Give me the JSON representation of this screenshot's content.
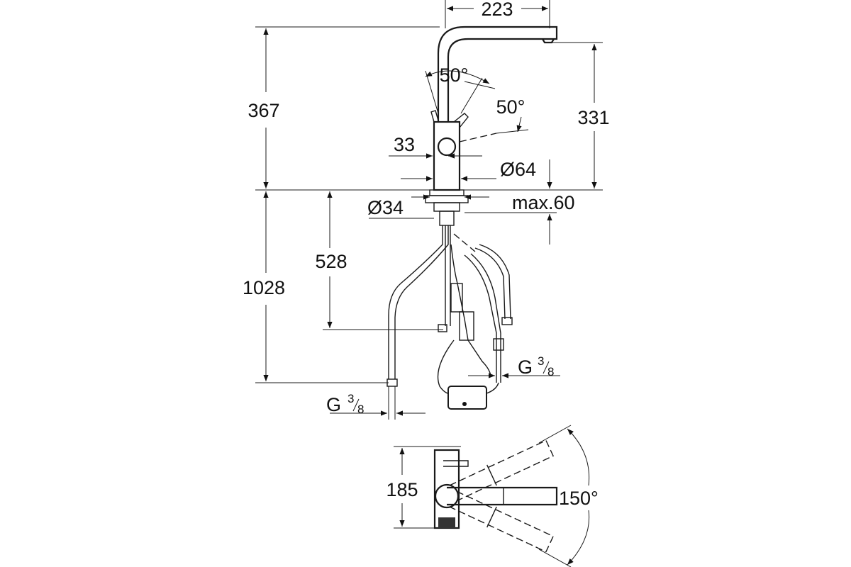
{
  "dimensions": {
    "spout_reach": "223",
    "total_height": "367",
    "lever_angle_front": "50°",
    "lever_angle_side": "50°",
    "spout_height": "331",
    "handle_offset": "33",
    "body_diameter": "Ø64",
    "hole_diameter": "Ø34",
    "max_counter_thickness": "max.60",
    "hose_connection_depth": "528",
    "total_hose_length": "1028",
    "connection_left": {
      "main": "G",
      "num": "3",
      "den": "8"
    },
    "connection_right": {
      "main": "G",
      "num": "3",
      "den": "8"
    },
    "top_view_depth": "185",
    "swivel_angle": "150°"
  }
}
